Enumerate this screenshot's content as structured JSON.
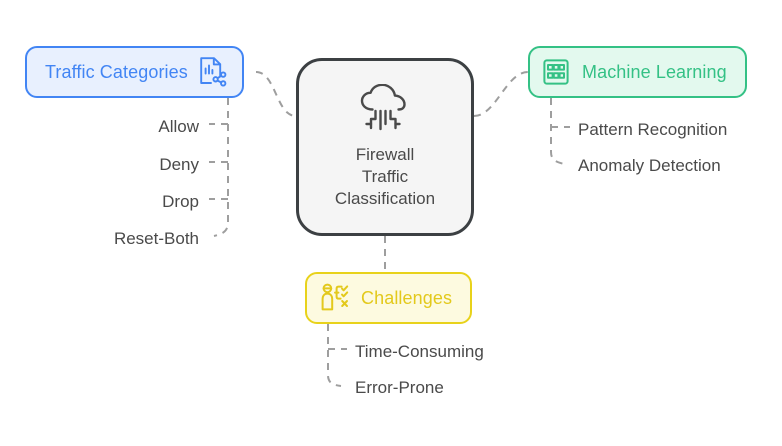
{
  "diagram": {
    "type": "mindmap",
    "background": "#ffffff",
    "central": {
      "title_lines": [
        "Firewall",
        "Traffic",
        "Classification"
      ],
      "title": "Firewall Traffic Classification",
      "icon": "cloud-circuit-icon",
      "border_color": "#3c4043",
      "fill_color": "#f5f5f5",
      "text_color": "#4a4a4a"
    },
    "branches": [
      {
        "id": "traffic-categories",
        "label": "Traffic Categories",
        "icon": "file-chart-share-icon",
        "accent_color": "#4285f4",
        "fill_color": "#e8f0fe",
        "position": "left",
        "children": [
          {
            "label": "Allow"
          },
          {
            "label": "Deny"
          },
          {
            "label": "Drop"
          },
          {
            "label": "Reset-Both"
          }
        ]
      },
      {
        "id": "machine-learning",
        "label": "Machine Learning",
        "icon": "grid-table-icon",
        "accent_color": "#34c185",
        "fill_color": "#e3f9ee",
        "position": "right",
        "children": [
          {
            "label": "Pattern Recognition"
          },
          {
            "label": "Anomaly Detection"
          }
        ]
      },
      {
        "id": "challenges",
        "label": "Challenges",
        "icon": "person-checklist-icon",
        "accent_color": "#e8d21a",
        "text_color": "#e3c91c",
        "fill_color": "#fdfae0",
        "position": "bottom",
        "children": [
          {
            "label": "Time-Consuming"
          },
          {
            "label": "Error-Prone"
          }
        ]
      }
    ],
    "connector": {
      "style": "dashed",
      "color": "#9e9e9e",
      "leaf_text_color": "#4a4a4a"
    }
  }
}
